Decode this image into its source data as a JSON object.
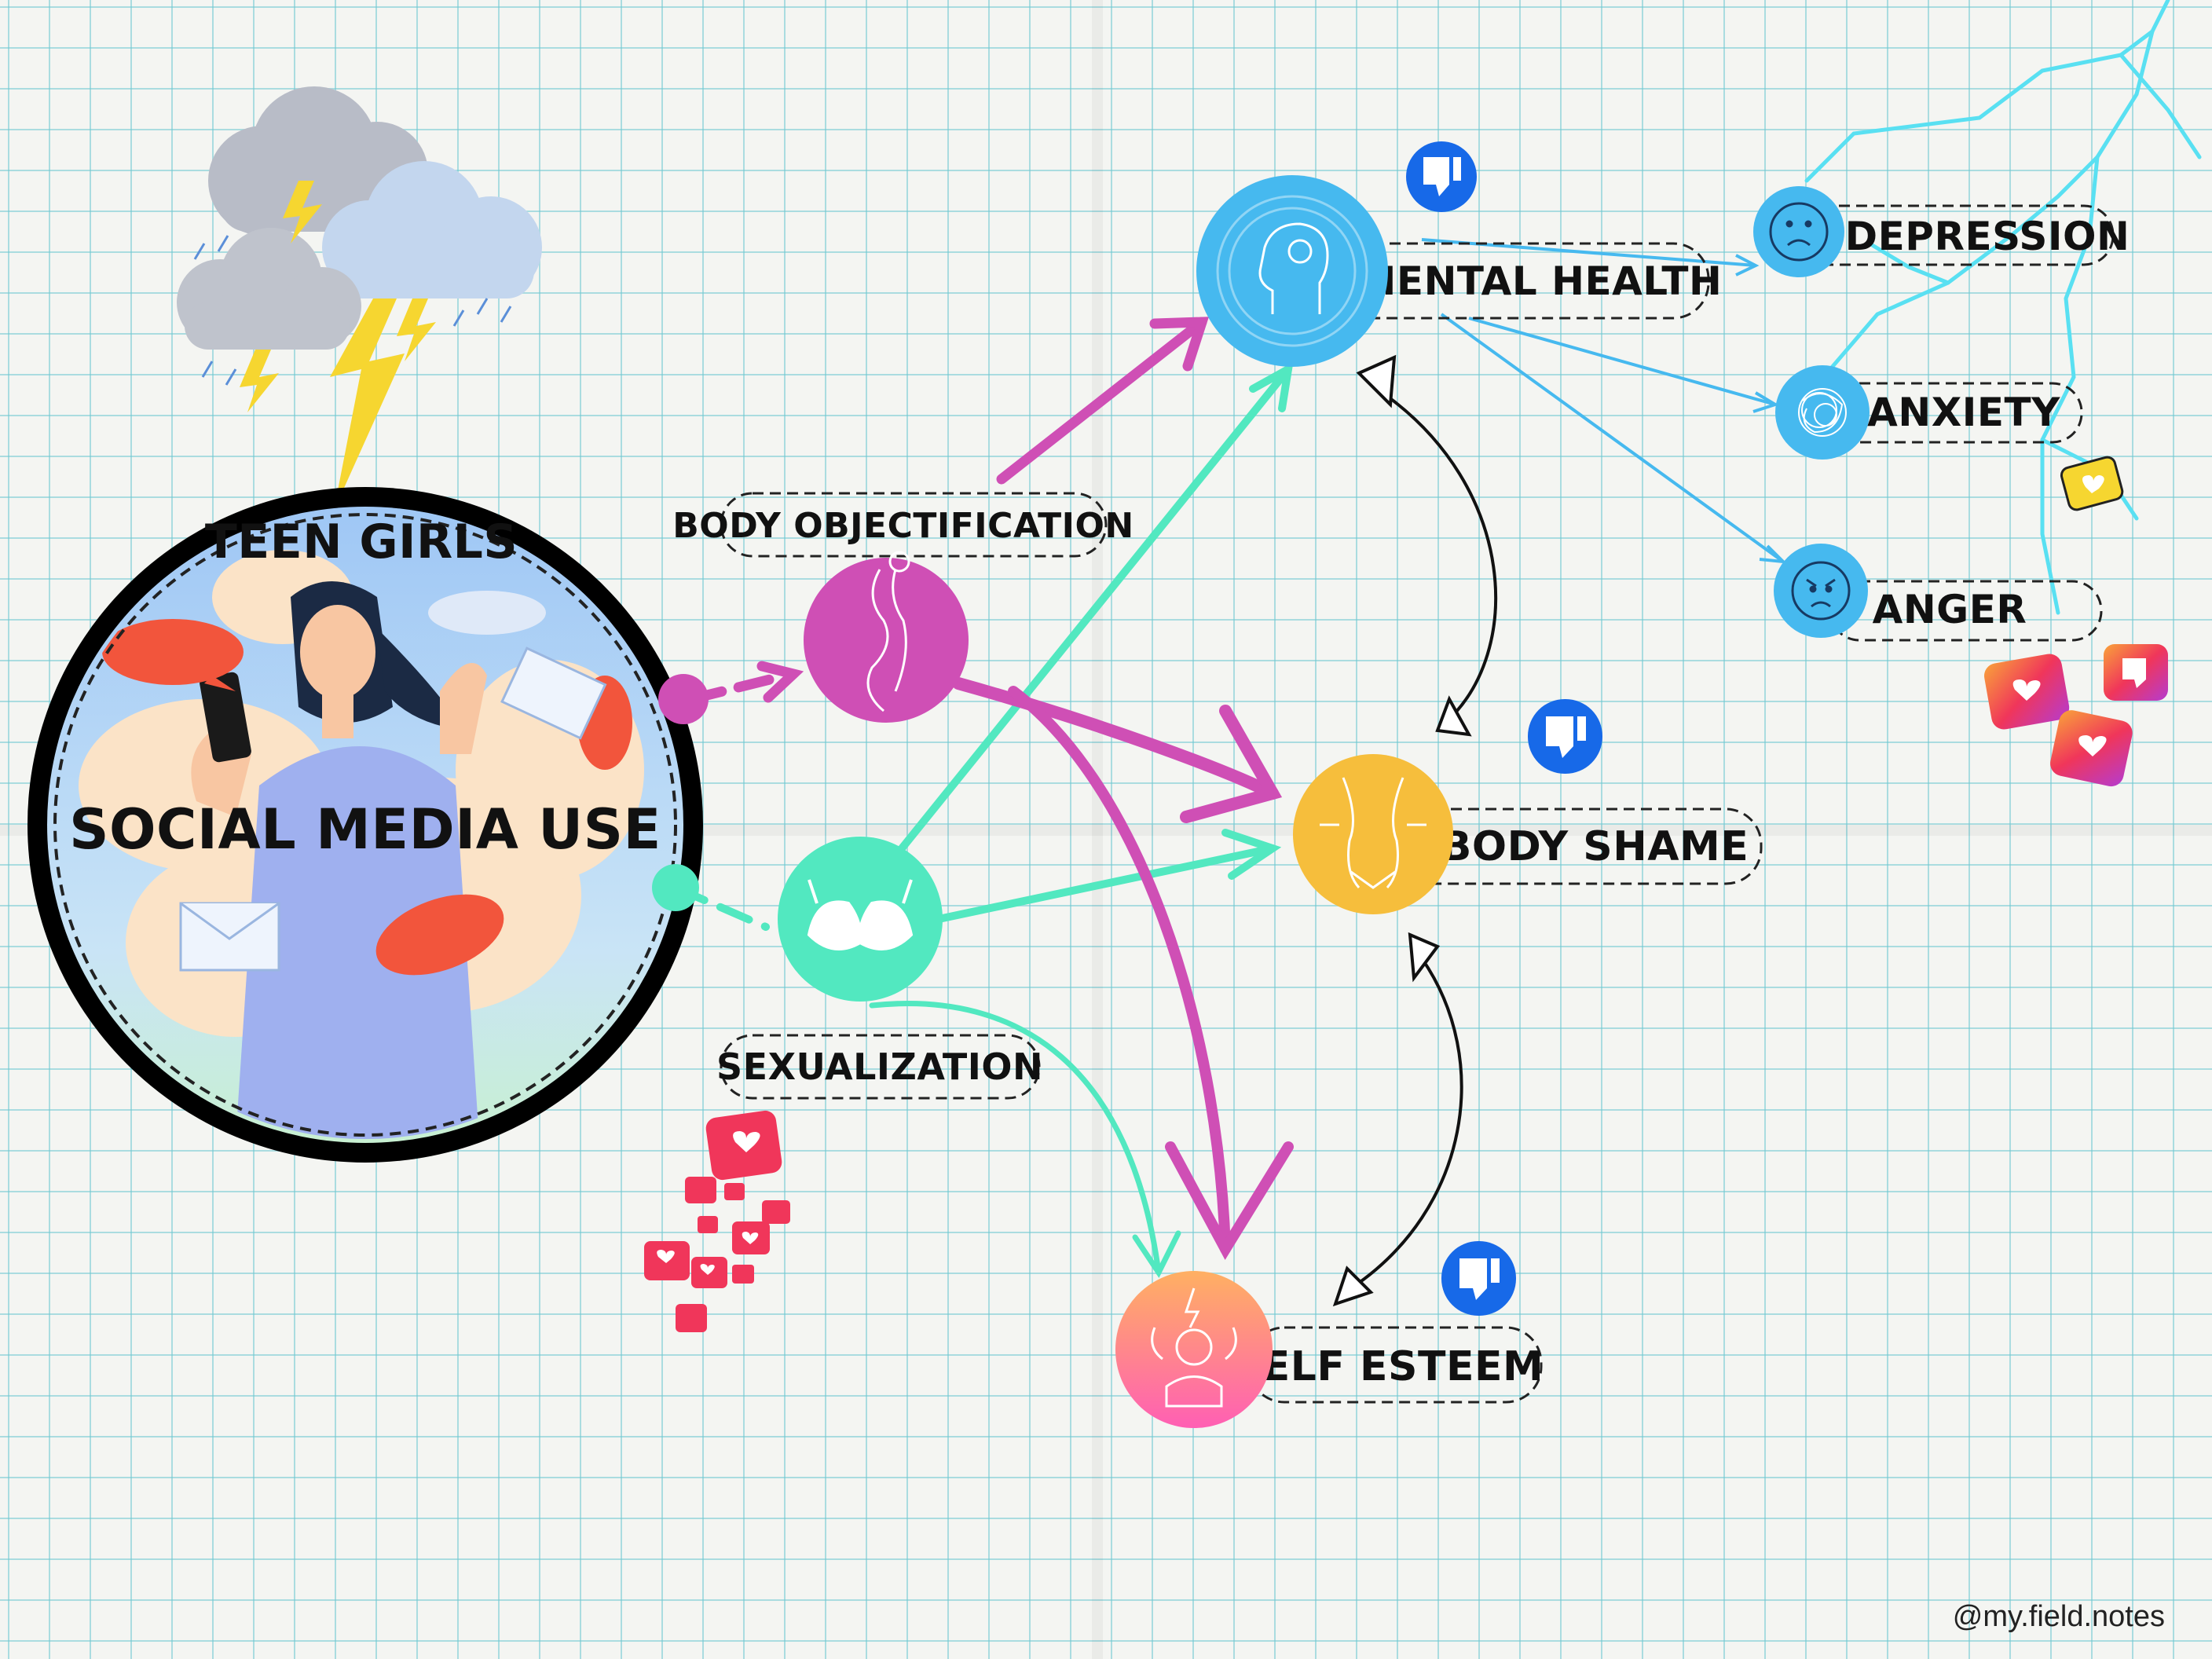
{
  "diagram": {
    "center": {
      "top_label": "TEEN GIRLS",
      "main_label": "SOCIAL MEDIA USE"
    },
    "nodes": {
      "body_objectification": "BODY OBJECTIFICATION",
      "sexualization": "SEXUALIZATION",
      "mental_health": "MENTAL HEALTH",
      "body_shame": "BODY SHAME",
      "self_esteem": "SELF ESTEEM",
      "depression": "DEPRESSION",
      "anxiety": "ANXIETY",
      "anger": "ANGER"
    },
    "colors": {
      "magenta": "#cf4fb5",
      "teal": "#52e8c0",
      "sky": "#46b9ef",
      "gold": "#f6be3c",
      "self_esteem_gradient": [
        "#ffb062",
        "#ff5fb4"
      ],
      "thumbs_blue": "#1769e8",
      "like_red": "#f0365a"
    },
    "icons": [
      "storm-cloud-icon",
      "lightning-icon",
      "head-brain-icon",
      "female-silhouette-icon",
      "bra-icon",
      "waist-icon",
      "frustrated-person-icon",
      "sad-face-icon",
      "scribble-icon",
      "angry-face-icon",
      "thumbs-down-icon",
      "heart-notification-icon"
    ]
  },
  "watermark": "@my.field.notes"
}
